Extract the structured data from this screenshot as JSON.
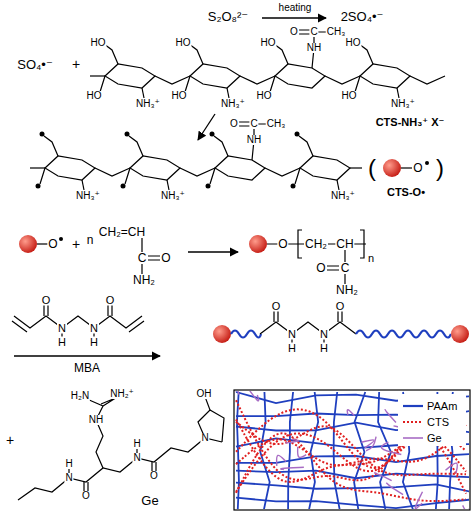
{
  "diagram": {
    "labels": [
      "S₂O₈²⁻",
      "heating",
      "2SO₄•⁻",
      "SO₄•⁻",
      "+",
      "HO",
      "HO",
      "NH₃⁺",
      "HO",
      "HO",
      "NH₃⁺",
      "HO",
      "HO",
      "O",
      "C",
      "CH₃",
      "NH",
      "HO",
      "HO",
      "NH₃⁺",
      "CTS-NH₃⁺ X⁻",
      "NH₃⁺",
      "NH₃⁺",
      "O",
      "C",
      "CH₃",
      "NH",
      "NH₃⁺",
      "(",
      "O",
      ")",
      "CTS-O•",
      "O",
      "+",
      "n",
      "CH₂=CH",
      "C",
      "O",
      "NH₂",
      "O",
      "CH₂",
      "CH",
      "n",
      "O",
      "C",
      "NH₂",
      "O",
      "N",
      "H",
      "N",
      "H",
      "O",
      "MBA",
      "O",
      "N",
      "H",
      "N",
      "H",
      "O",
      "+",
      "N",
      "H",
      "O",
      "NH",
      "H₂N",
      "NH₂⁺",
      "N",
      "H",
      "O",
      "N",
      "OH",
      "Ge"
    ],
    "legend": [
      {
        "text": "PAAm"
      },
      {
        "text": "CTS"
      },
      {
        "text": "Ge"
      }
    ]
  }
}
